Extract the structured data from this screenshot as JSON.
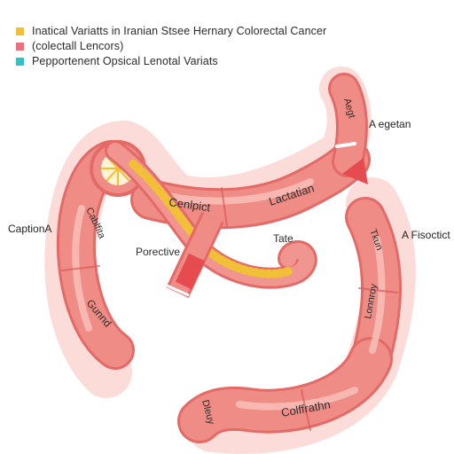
{
  "legend": [
    {
      "text": "Inatical Variatts in Iranian Stsee Hernary Colorectal Cancer",
      "color": "#f2c037"
    },
    {
      "text": "(colectall Lencors)",
      "color": "#ec6f7c"
    },
    {
      "text": "Pepportenent Opsical Lenotal Variats",
      "color": "#33c1c4"
    }
  ],
  "labels": {
    "cenlpict": "Cenlpict",
    "lactatian": "Lactatian",
    "porective": "Porective",
    "tate": "Tate",
    "cabdlfita": "Cablfita",
    "gunnd": "Gunnd",
    "aegetan_inner": "Aegt",
    "tkun": "Tkun",
    "lonnroy": "Lonnroy",
    "colffrathn": "Colffrathn",
    "dleuy": "Dleuy"
  },
  "outside_labels": {
    "a_egetan": "A egetan",
    "caption_a": "CaptionA",
    "a_fisoctict": "A Fisoctict"
  },
  "colors": {
    "colon_body": "#ef8c85",
    "colon_halo": "#fad8d5",
    "colon_edge": "#e46a67",
    "mucosa": "#f8bdb6",
    "highlight": "#f2c037"
  }
}
